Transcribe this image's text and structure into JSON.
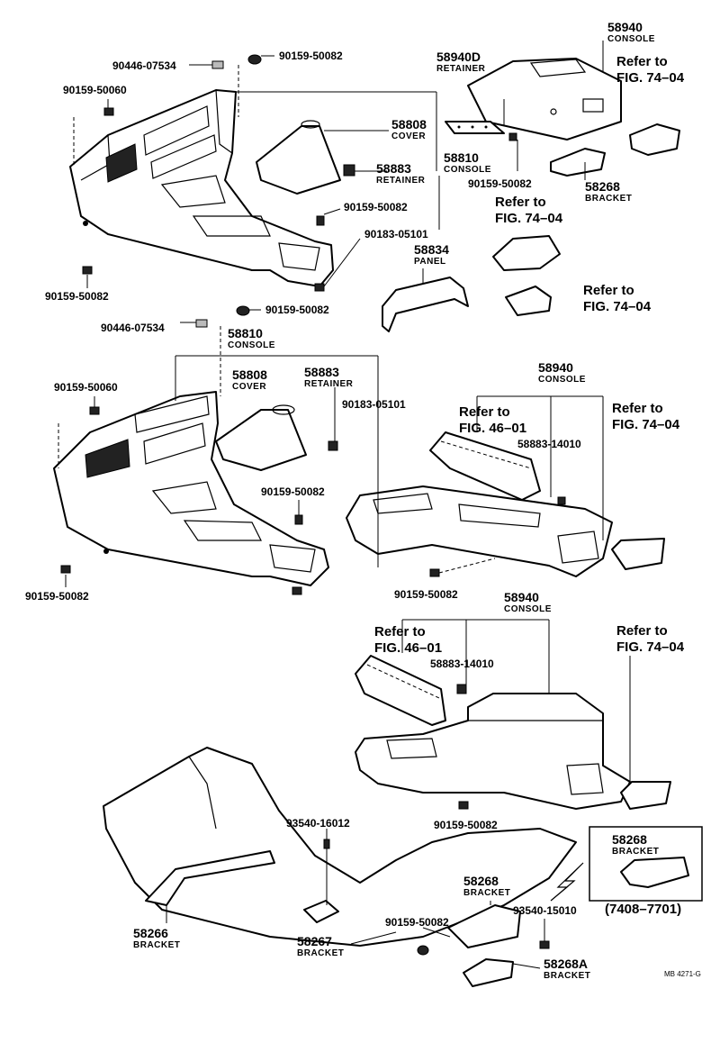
{
  "labels": {
    "p1": "58940",
    "p1n": "CONSOLE",
    "p2": "58940D",
    "p2n": "RETAINER",
    "ref1a": "Refer to",
    "ref1b": "FIG. 74–04",
    "p3": "90446-07534",
    "p4": "90159-50082",
    "p5": "90159-50060",
    "p6": "58808",
    "p6n": "COVER",
    "p7": "58810",
    "p7n": "CONSOLE",
    "p8": "58883",
    "p8n": "RETAINER",
    "p9": "90159-50082",
    "p10": "58268",
    "p10n": "BRACKET",
    "ref2a": "Refer to",
    "ref2b": "FIG. 74–04",
    "p11": "90159-50082",
    "p12": "90183-05101",
    "p13": "58834",
    "p13n": "PANEL",
    "ref3a": "Refer to",
    "ref3b": "FIG. 74–04",
    "p14": "90159-50082",
    "p15": "90446-07534",
    "p16": "90159-50082",
    "p17": "58810",
    "p17n": "CONSOLE",
    "p18": "58808",
    "p18n": "COVER",
    "p19": "58883",
    "p19n": "RETAINER",
    "p20": "90159-50060",
    "p21": "90183-05101",
    "p22": "58940",
    "p22n": "CONSOLE",
    "ref4a": "Refer to",
    "ref4b": "FIG. 46–01",
    "p23": "58883-14010",
    "ref5a": "Refer to",
    "ref5b": "FIG. 74–04",
    "p24": "90159-50082",
    "p25": "90159-50082",
    "p26": "90159-50082",
    "p27": "58940",
    "p27n": "CONSOLE",
    "ref6a": "Refer to",
    "ref6b": "FIG. 46–01",
    "p28": "58883-14010",
    "ref7a": "Refer to",
    "ref7b": "FIG. 74–04",
    "p29": "90159-50082",
    "p30": "93540-16012",
    "p31": "58268",
    "p31n": "BRACKET",
    "p32": "58268",
    "p32n": "BRACKET",
    "p33": "93540-15010",
    "p34": "90159-50082",
    "p35": "58266",
    "p35n": "BRACKET",
    "p36": "58267",
    "p36n": "BRACKET",
    "p37": "58268A",
    "p37n": "BRACKET",
    "inset_range": "(7408–7701)",
    "drawing_code": "MB 4271-G"
  }
}
